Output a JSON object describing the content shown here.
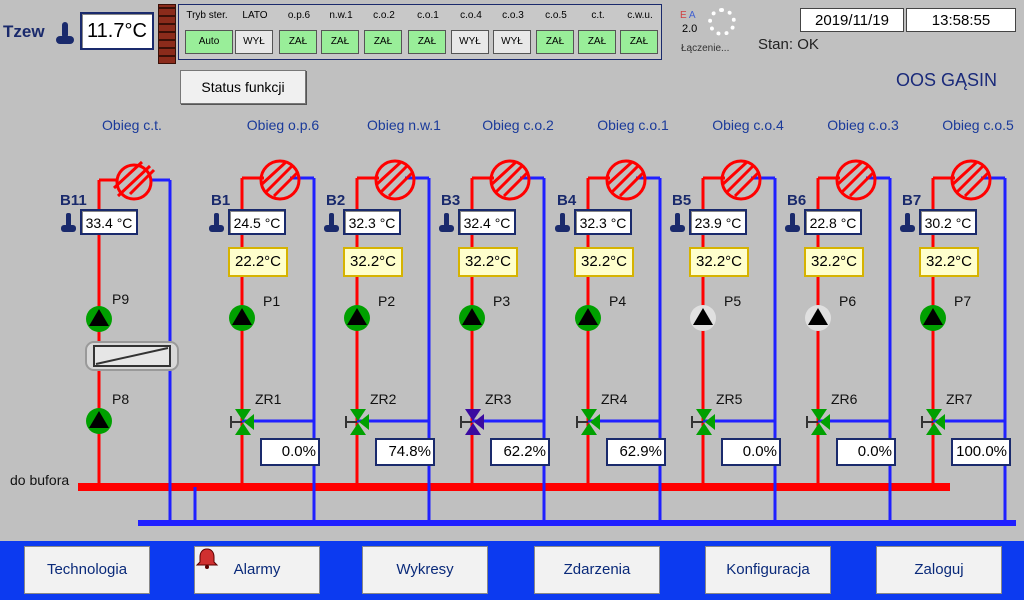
{
  "header": {
    "tzew_label": "Tzew",
    "tzew_value": "11.7°C",
    "date": "2019/11/19",
    "time": "13:58:55",
    "stan_label": "Stan:",
    "stan_value": "OK",
    "ea_e": "E",
    "ea_a": "A",
    "version": "2.0",
    "connecting": "Łączenie..."
  },
  "modes": [
    {
      "head": "Tryb ster.",
      "state": "Auto",
      "kind": "auto"
    },
    {
      "head": "LATO",
      "state": "WYŁ",
      "kind": "off"
    },
    {
      "head": "o.p.6",
      "state": "ZAŁ",
      "kind": "on"
    },
    {
      "head": "n.w.1",
      "state": "ZAŁ",
      "kind": "on"
    },
    {
      "head": "c.o.2",
      "state": "ZAŁ",
      "kind": "on"
    },
    {
      "head": "c.o.1",
      "state": "ZAŁ",
      "kind": "on"
    },
    {
      "head": "c.o.4",
      "state": "WYŁ",
      "kind": "off"
    },
    {
      "head": "c.o.3",
      "state": "WYŁ",
      "kind": "off"
    },
    {
      "head": "c.o.5",
      "state": "ZAŁ",
      "kind": "on"
    },
    {
      "head": "c.t.",
      "state": "ZAŁ",
      "kind": "on"
    },
    {
      "head": "c.w.u.",
      "state": "ZAŁ",
      "kind": "on"
    }
  ],
  "status_button": "Status funkcji",
  "plant_name": "OOS GĄSIN",
  "ct": {
    "title": "Obieg c.t.",
    "sensor": "B11",
    "temp": "33.4 °C",
    "pump_top": "P9",
    "pump_bottom": "P8"
  },
  "circuits": [
    {
      "title": "Obieg o.p.6",
      "sensor": "B1",
      "temp": "24.5 °C",
      "setpoint": "22.2°C",
      "pump": "P1",
      "pump_on": true,
      "valve": "ZR1",
      "valve_pos": "0.0%"
    },
    {
      "title": "Obieg n.w.1",
      "sensor": "B2",
      "temp": "32.3 °C",
      "setpoint": "32.2°C",
      "pump": "P2",
      "pump_on": true,
      "valve": "ZR2",
      "valve_pos": "74.8%"
    },
    {
      "title": "Obieg c.o.2",
      "sensor": "B3",
      "temp": "32.4 °C",
      "setpoint": "32.2°C",
      "pump": "P3",
      "pump_on": true,
      "valve": "ZR3",
      "valve_pos": "62.2%"
    },
    {
      "title": "Obieg c.o.1",
      "sensor": "B4",
      "temp": "32.3 °C",
      "setpoint": "32.2°C",
      "pump": "P4",
      "pump_on": true,
      "valve": "ZR4",
      "valve_pos": "62.9%"
    },
    {
      "title": "Obieg c.o.4",
      "sensor": "B5",
      "temp": "23.9 °C",
      "setpoint": "32.2°C",
      "pump": "P5",
      "pump_on": false,
      "valve": "ZR5",
      "valve_pos": "0.0%"
    },
    {
      "title": "Obieg c.o.3",
      "sensor": "B6",
      "temp": "22.8 °C",
      "setpoint": "32.2°C",
      "pump": "P6",
      "pump_on": false,
      "valve": "ZR6",
      "valve_pos": "0.0%"
    },
    {
      "title": "Obieg c.o.5",
      "sensor": "B7",
      "temp": "30.2 °C",
      "setpoint": "32.2°C",
      "pump": "P7",
      "pump_on": true,
      "valve": "ZR7",
      "valve_pos": "100.0%"
    }
  ],
  "buffer_label": "do bufora",
  "nav": [
    "Technologia",
    "Alarmy",
    "Wykresy",
    "Zdarzenia",
    "Konfiguracja",
    "Zaloguj"
  ],
  "colors": {
    "supply": "#ff0000",
    "return": "#2020ff",
    "pump_on": "#00a000",
    "pump_off": "#e0e0e0",
    "nav_bg": "#0c3af0"
  }
}
